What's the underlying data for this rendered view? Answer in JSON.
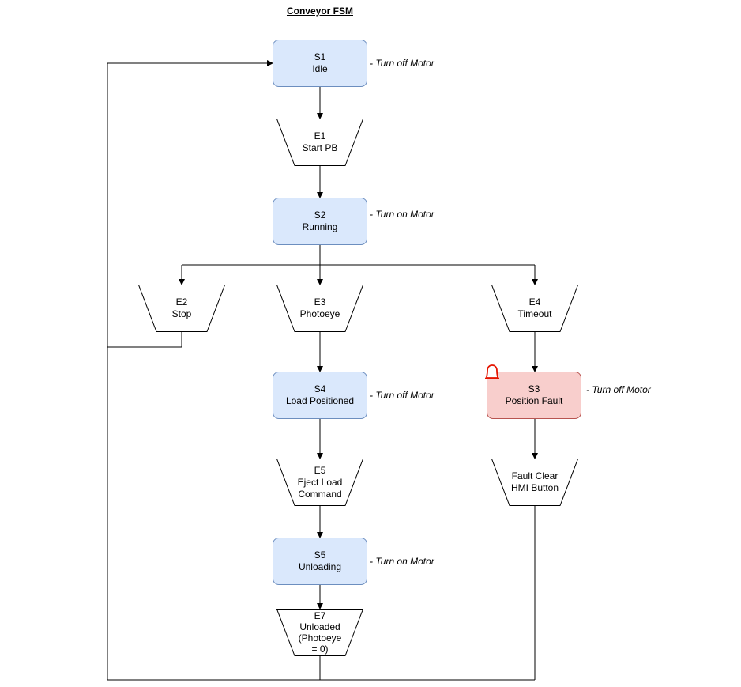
{
  "title": "Conveyor FSM",
  "states": {
    "s1": {
      "id": "S1",
      "name": "Idle",
      "action": "- Turn off Motor"
    },
    "s2": {
      "id": "S2",
      "name": "Running",
      "action": "- Turn on Motor"
    },
    "s4": {
      "id": "S4",
      "name": "Load Positioned",
      "action": "- Turn off Motor"
    },
    "s5": {
      "id": "S5",
      "name": "Unloading",
      "action": "- Turn on Motor"
    },
    "s3": {
      "id": "S3",
      "name": "Position Fault",
      "action": "- Turn off Motor"
    }
  },
  "events": {
    "e1": {
      "id": "E1",
      "name": "Start PB"
    },
    "e2": {
      "id": "E2",
      "name": "Stop"
    },
    "e3": {
      "id": "E3",
      "name": "Photoeye"
    },
    "e4": {
      "id": "E4",
      "name": "Timeout"
    },
    "e5": {
      "id": "E5",
      "line1": "Eject Load",
      "line2": "Command"
    },
    "e7": {
      "id": "E7",
      "line1": "Unloaded",
      "line2": "(Photoeye",
      "line3": "= 0)"
    },
    "fault_clear": {
      "line1": "Fault Clear",
      "line2": "HMI Button"
    }
  },
  "colors": {
    "state_fill": "#dae8fc",
    "state_stroke": "#6c8ebf",
    "fault_fill": "#f8cecc",
    "fault_stroke": "#b85450",
    "alarm_icon": "#e51400"
  },
  "icons": {
    "fault_alarm": "alarm-bell-icon"
  }
}
